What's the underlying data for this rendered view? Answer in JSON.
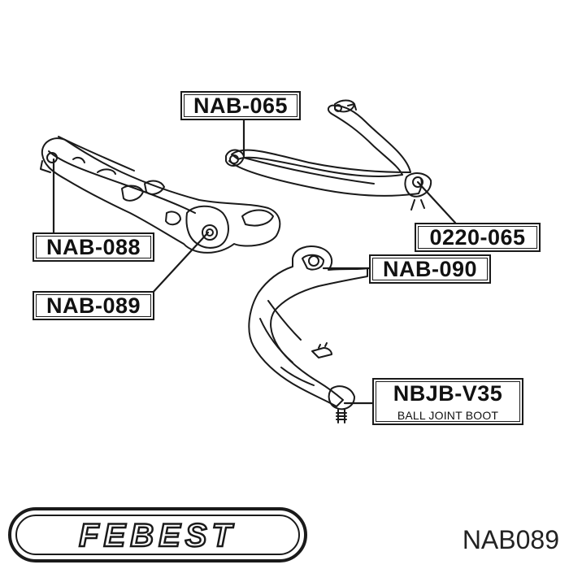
{
  "labels": {
    "nab065": "NAB-065",
    "nab088": "NAB-088",
    "nab089": "NAB-089",
    "code0220": "0220-065",
    "nab090": "NAB-090",
    "nbjb_title": "NBJB-V35",
    "nbjb_sub": "BALL JOINT BOOT"
  },
  "brand": {
    "logo_text": "FEBEST"
  },
  "part_number": "NAB089",
  "colors": {
    "line": "#1a1a1a",
    "background": "#ffffff"
  }
}
